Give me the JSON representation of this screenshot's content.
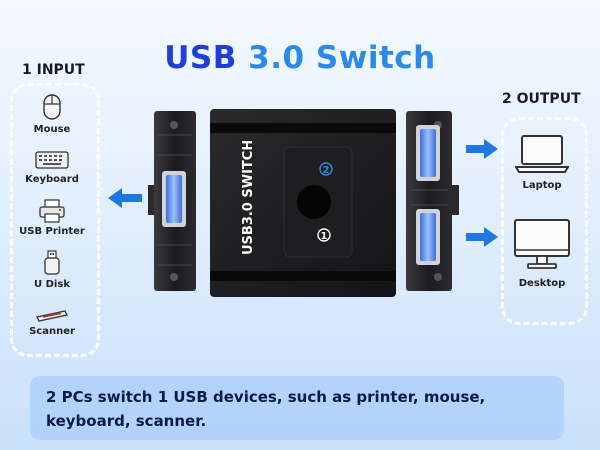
{
  "title": {
    "part1": "USB",
    "part2": "3.0 Switch"
  },
  "input": {
    "heading": "1 INPUT",
    "devices": [
      {
        "label": "Mouse",
        "icon": "mouse-icon"
      },
      {
        "label": "Keyboard",
        "icon": "keyboard-icon"
      },
      {
        "label": "USB Printer",
        "icon": "printer-icon"
      },
      {
        "label": "U Disk",
        "icon": "usb-disk-icon"
      },
      {
        "label": "Scanner",
        "icon": "scanner-icon"
      }
    ]
  },
  "output": {
    "heading": "2 OUTPUT",
    "devices": [
      {
        "label": "Laptop",
        "icon": "laptop-icon"
      },
      {
        "label": "Desktop",
        "icon": "desktop-icon"
      }
    ]
  },
  "device": {
    "label": "USB3.0 SWITCH",
    "port2": "2",
    "port1": "1"
  },
  "caption": "2 PCs switch 1 USB devices, such as printer, mouse, keyboard, scanner.",
  "colors": {
    "title": "#1f3fd8",
    "accent": "#2a8ae6",
    "arrow": "#1e78e0",
    "device": "#1b1b1d"
  }
}
